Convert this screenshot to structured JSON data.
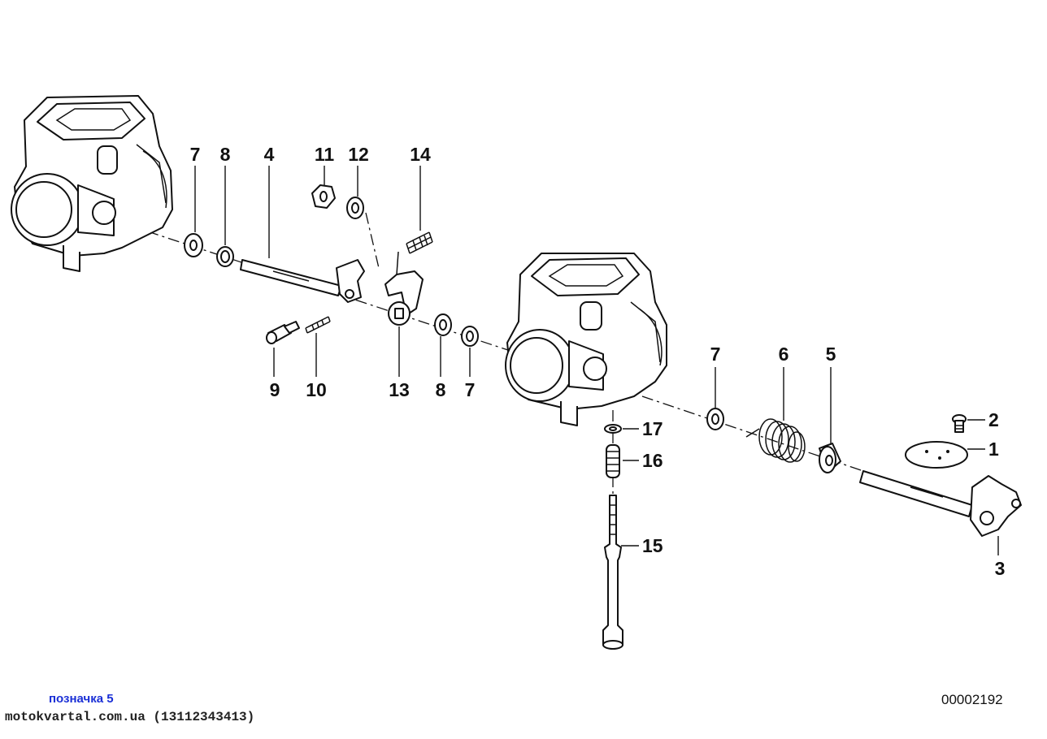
{
  "diagram": {
    "callouts": [
      "7",
      "8",
      "4",
      "11",
      "12",
      "14",
      "9",
      "10",
      "13",
      "8",
      "7",
      "7",
      "6",
      "5",
      "2",
      "1",
      "17",
      "16",
      "15",
      "3"
    ]
  },
  "footer": {
    "tag": "позначка 5",
    "site": "motokvartal.com.ua (13112343413)",
    "code": "00002192"
  },
  "colors": {
    "line": "#111111",
    "tag": "#1a2fd6"
  }
}
